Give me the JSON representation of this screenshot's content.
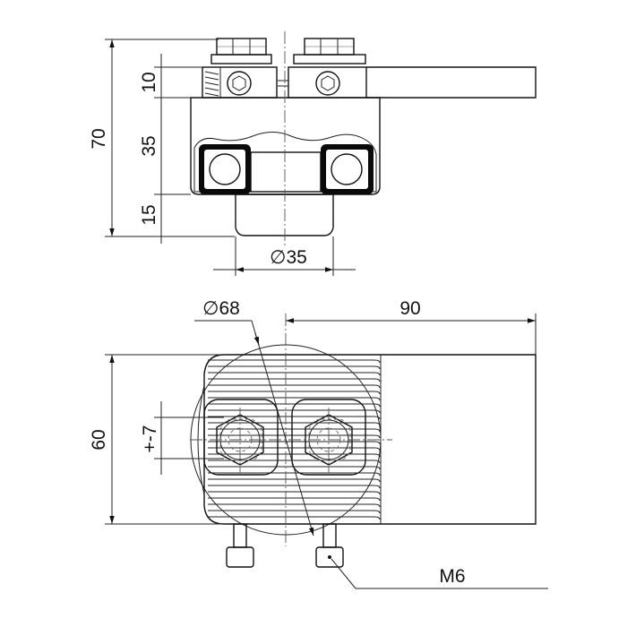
{
  "side_view": {
    "dim_total_height": "70",
    "dim_top_plate": "10",
    "dim_body": "35",
    "dim_roller_projection": "15",
    "dim_roller_diameter": "∅35"
  },
  "top_view": {
    "dim_wheel_diameter": "∅68",
    "dim_arm_length": "90",
    "dim_width": "60",
    "dim_adjustment": "+-7",
    "dim_screw_thread": "M6"
  },
  "colors": {
    "line": "#111111",
    "bearing_ring": "#0a0a0a",
    "background": "#ffffff",
    "slot_fill": "#f4f4f4"
  },
  "icons": {
    "hex_nut": "hex-nut-icon",
    "socket_screw": "hex-socket-icon",
    "ball_bearing": "bearing-icon"
  }
}
